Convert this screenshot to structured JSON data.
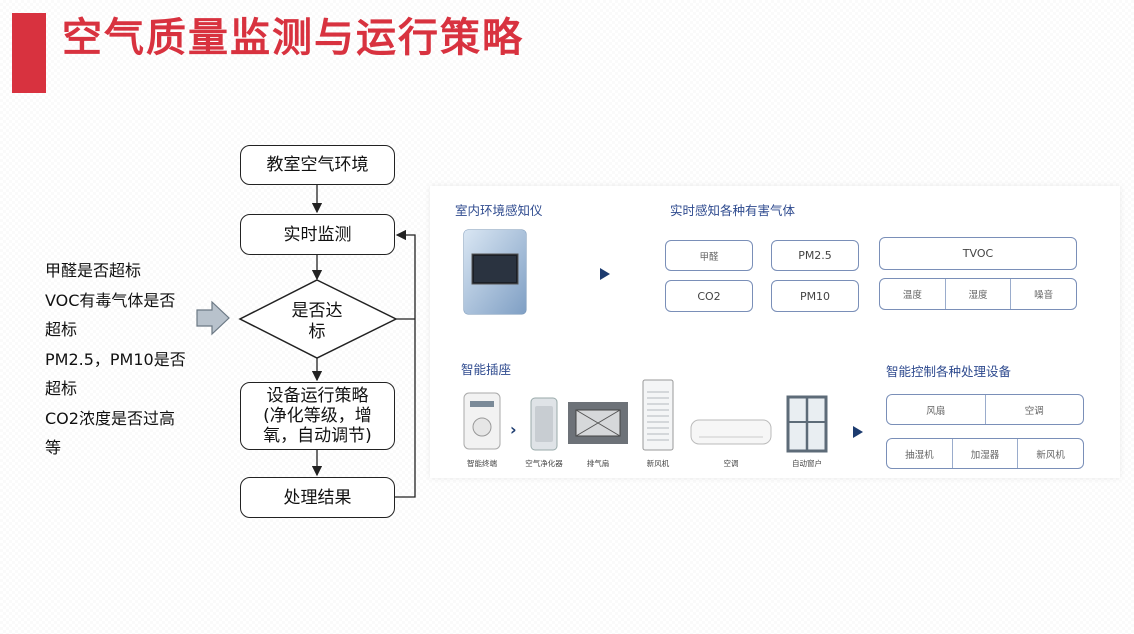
{
  "title": "空气质量监测与运行策略",
  "flowchart": {
    "step1": "教室空气环境",
    "step2": "实时监测",
    "decision_line1": "是否达",
    "decision_line2": "标",
    "step3_line1": "设备运行策略",
    "step3_line2": "(净化等级，增",
    "step3_line3": "氧，自动调节)",
    "step4": "处理结果"
  },
  "criteria": [
    "甲醛是否超标",
    "VOC有毒气体是否",
    "超标",
    "PM2.5，PM10是否",
    "超标",
    "CO2浓度是否过高",
    "等"
  ],
  "panel": {
    "sensor_label": "室内环境感知仪",
    "gases_label": "实时感知各种有害气体",
    "gases": {
      "formaldehyde": "甲醛",
      "pm25": "PM2.5",
      "tvoc": "TVOC",
      "co2": "CO2",
      "pm10": "PM10",
      "temp": "温度",
      "humidity": "湿度",
      "noise": "噪音"
    },
    "socket_label": "智能插座",
    "control_label": "智能控制各种处理设备",
    "devices": [
      "智能终端",
      "空气净化器",
      "排气扇",
      "新风机",
      "空调",
      "自动窗户"
    ],
    "controlled": {
      "row1": [
        "风扇",
        "空调"
      ],
      "row2": [
        "抽湿机",
        "加湿器",
        "新风机"
      ]
    }
  },
  "colors": {
    "accent": "#d8323f",
    "panel_text": "#2f4b8f",
    "box_border": "#7a8fb8",
    "arrow": "#1c3b6f"
  }
}
